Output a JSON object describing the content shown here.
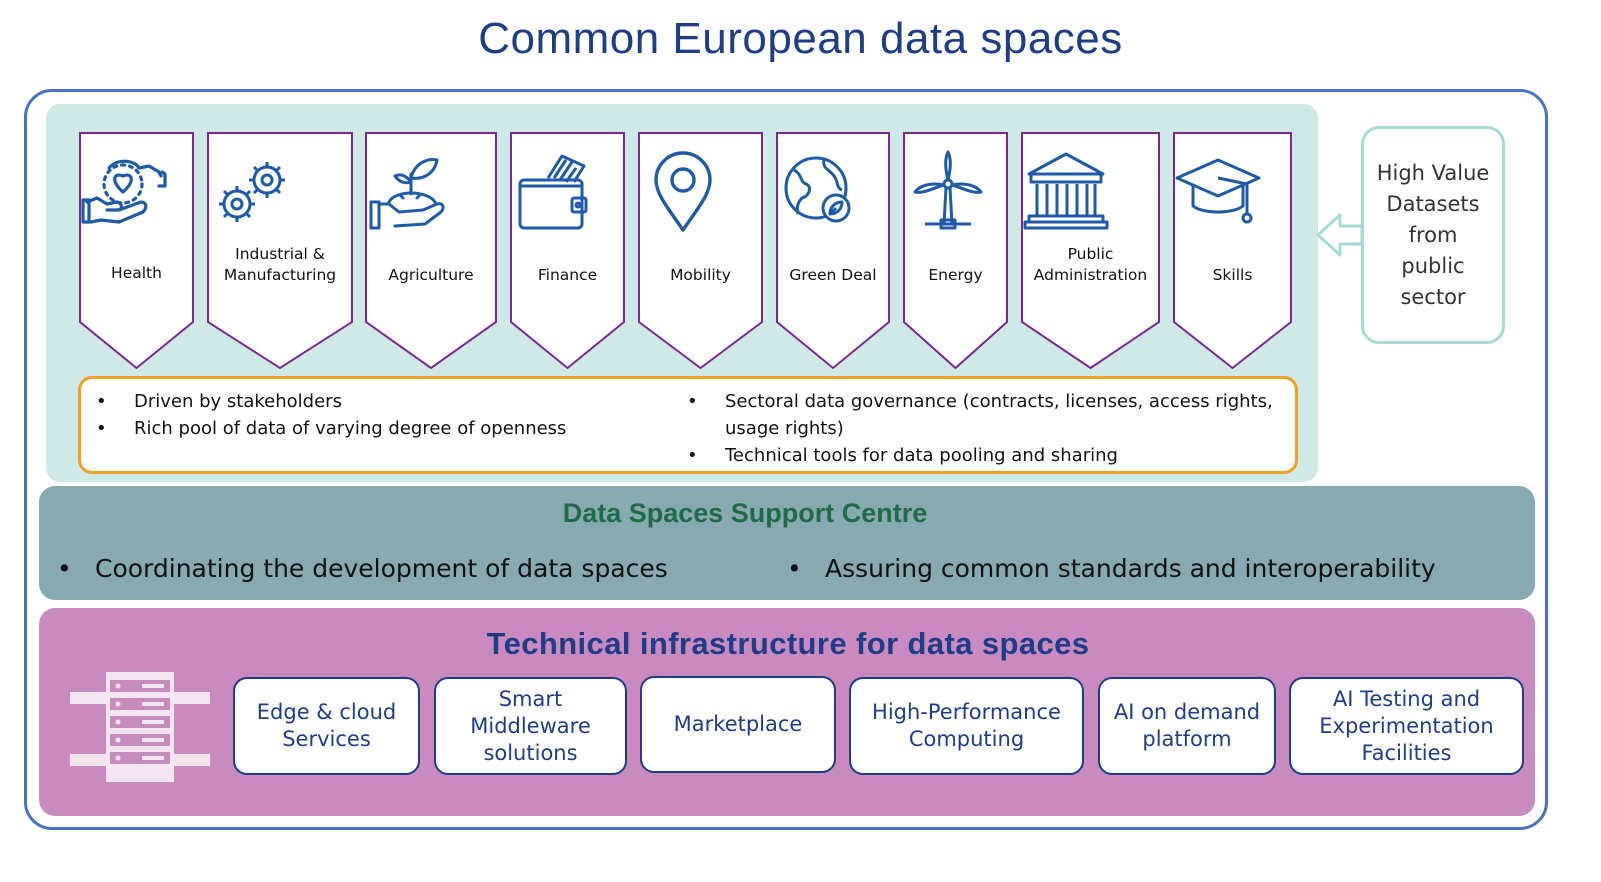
{
  "title": "Common European data spaces",
  "sectors": [
    {
      "label_lines": [
        "Health"
      ],
      "icon": "hands-heart-icon"
    },
    {
      "label_lines": [
        "Industrial &",
        "Manufacturing"
      ],
      "icon": "gears-icon"
    },
    {
      "label_lines": [
        "Agriculture"
      ],
      "icon": "hand-plant-icon"
    },
    {
      "label_lines": [
        "Finance"
      ],
      "icon": "wallet-icon"
    },
    {
      "label_lines": [
        "Mobility"
      ],
      "icon": "map-pin-icon"
    },
    {
      "label_lines": [
        "Green Deal"
      ],
      "icon": "globe-leaf-icon"
    },
    {
      "label_lines": [
        "Energy"
      ],
      "icon": "wind-turbine-icon"
    },
    {
      "label_lines": [
        "Public",
        "Administration"
      ],
      "icon": "government-building-icon"
    },
    {
      "label_lines": [
        "Skills"
      ],
      "icon": "graduation-cap-icon"
    }
  ],
  "high_value_datasets": {
    "lines": [
      "High Value",
      "Datasets",
      "from",
      "public",
      "sector"
    ]
  },
  "properties": {
    "left": [
      "Driven by stakeholders",
      "Rich pool of data of varying degree of openness"
    ],
    "right": [
      [
        "Sectoral data governance (contracts, licenses, access rights,",
        "usage rights)"
      ],
      [
        "Technical tools for data pooling and sharing"
      ]
    ],
    "bullet": "•"
  },
  "support_centre": {
    "title": "Data Spaces Support Centre",
    "items": [
      "Coordinating the development of data spaces",
      "Assuring common standards and interoperability"
    ]
  },
  "infrastructure": {
    "title": "Technical infrastructure for data spaces",
    "icon": "server-rack-icon",
    "items": [
      {
        "lines": [
          "Edge & cloud",
          "Services"
        ]
      },
      {
        "lines": [
          "Smart",
          "Middleware",
          "solutions"
        ]
      },
      {
        "lines": [
          "Marketplace"
        ]
      },
      {
        "lines": [
          "High-Performance",
          "Computing"
        ]
      },
      {
        "lines": [
          "AI on demand",
          "platform"
        ]
      },
      {
        "lines": [
          "AI Testing and",
          "Experimentation",
          "Facilities"
        ]
      }
    ]
  },
  "colors": {
    "title": "#1f3c88",
    "frame": "#4a72c4",
    "sector_panel": "#cfe9e6",
    "pennant_border": "#7b2a8c",
    "icon_stroke": "#1e5aa8",
    "properties_border": "#f0a023",
    "support_band": "#87a9b1",
    "support_title": "#1f6b49",
    "infra_band": "#c98bbf",
    "hvd_border": "#a9dbd6"
  }
}
